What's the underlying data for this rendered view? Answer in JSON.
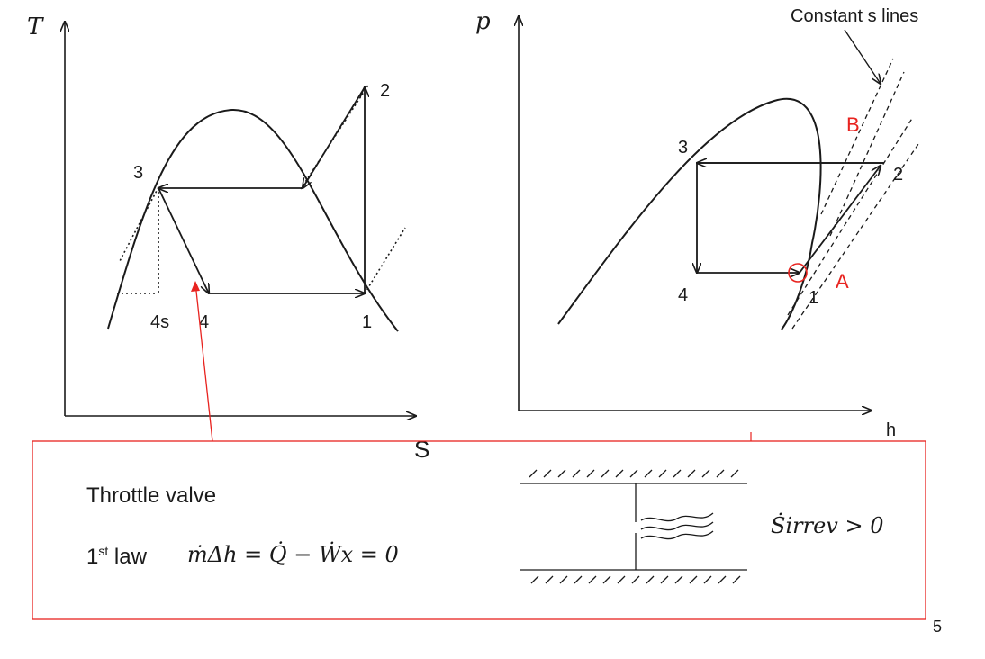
{
  "ts_diagram": {
    "y_axis_label": "T",
    "x_axis_label": "S",
    "points": {
      "p1": "1",
      "p2": "2",
      "p3": "3",
      "p4": "4",
      "p4s": "4s"
    }
  },
  "ph_diagram": {
    "y_axis_label": "p",
    "x_axis_label": "h",
    "points": {
      "p1": "1",
      "p2": "2",
      "p3": "3",
      "p4": "4"
    },
    "marker_a": "A",
    "marker_b": "B",
    "constant_s_note": "Constant s lines"
  },
  "throttle_box": {
    "title": "Throttle valve",
    "law_prefix": "1",
    "law_superscript": "st",
    "law_word": "law",
    "first_law_equation": "ṁΔh = Q̇ − Ẇx = 0",
    "entropy_inequality": "Ṡirrev > 0"
  },
  "page_number": "5",
  "colors": {
    "ink": "#1a1a1a",
    "accent_red": "#e8231f"
  }
}
